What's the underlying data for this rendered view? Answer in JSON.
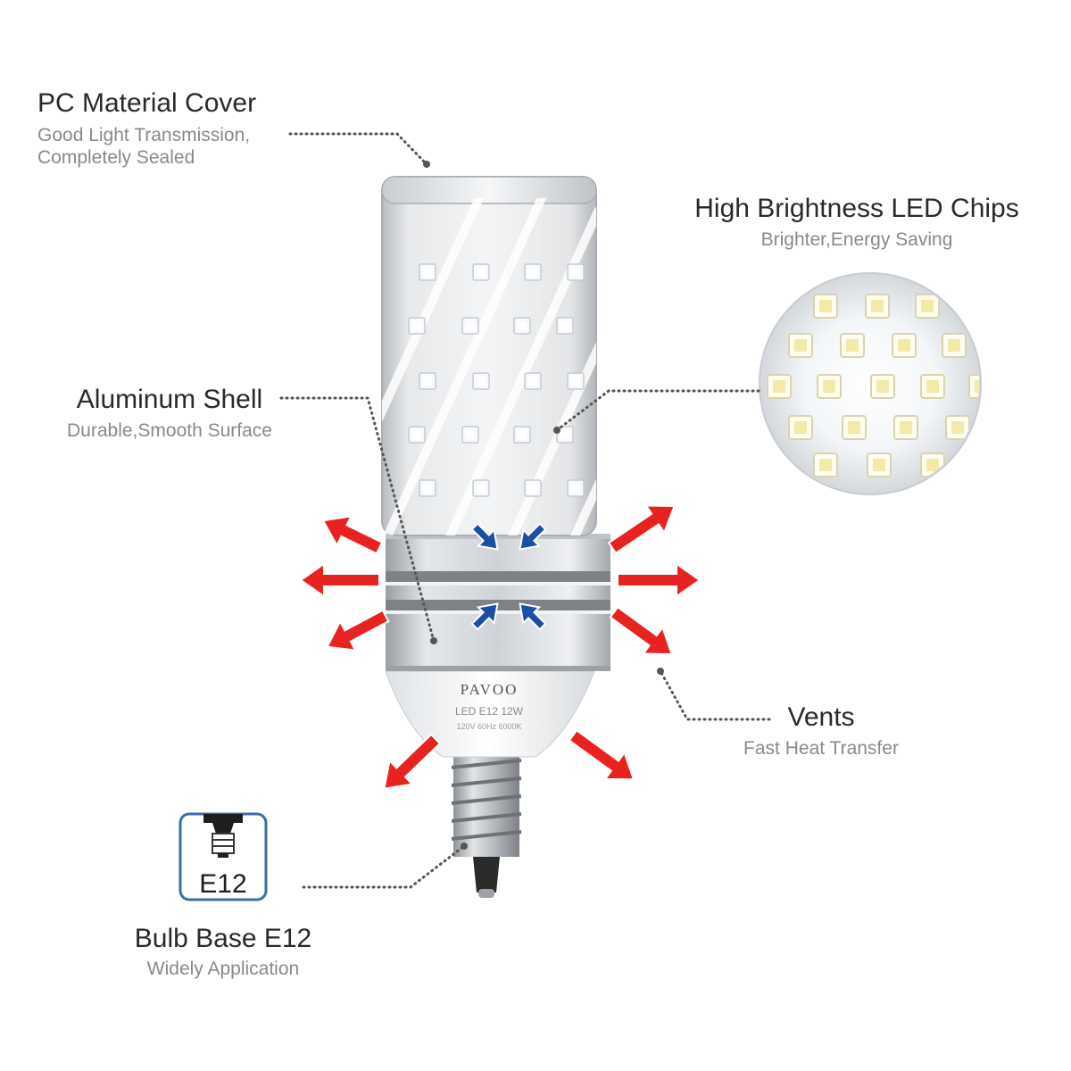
{
  "callouts": {
    "pc_cover": {
      "title": "PC Material Cover",
      "desc_1": "Good Light Transmission,",
      "desc_2": "Completely Sealed"
    },
    "led_chips": {
      "title": "High Brightness LED Chips",
      "desc": "Brighter,Energy Saving"
    },
    "aluminum_shell": {
      "title": "Aluminum Shell",
      "desc": "Durable,Smooth Surface"
    },
    "vents": {
      "title": "Vents",
      "desc": "Fast Heat Transfer"
    },
    "bulb_base": {
      "title": "Bulb Base E12",
      "desc": "Widely Application"
    }
  },
  "bulb": {
    "brand": "PAVOO",
    "model": "LED E12 12W",
    "spec": "120V 60Hz 6000K"
  },
  "base_icon": {
    "label": "E12"
  },
  "colors": {
    "heat_arrow": "#e8231f",
    "airflow_arrow": "#1a4fa3",
    "label_title": "#2a2a2a",
    "label_desc": "#8a8a8a",
    "leader_line": "#555555",
    "icon_border": "#3a6ea5"
  }
}
